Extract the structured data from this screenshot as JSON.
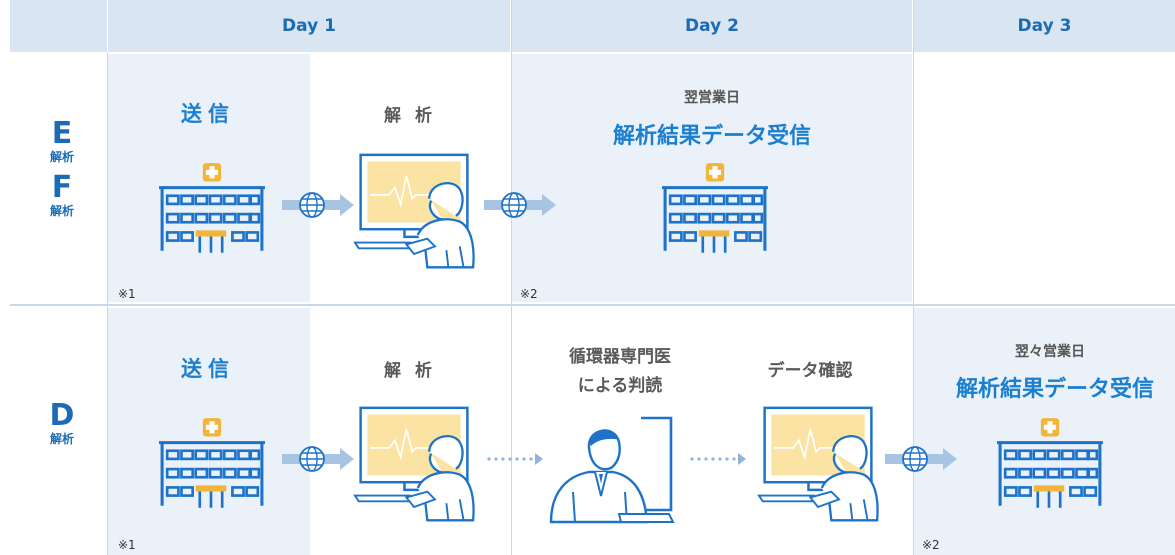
{
  "header": {
    "day1": "Day 1",
    "day2": "Day 2",
    "day3": "Day 3"
  },
  "rows": {
    "ef": {
      "letter1": "E",
      "sub1": "解析",
      "letter2": "F",
      "sub2": "解析",
      "send_label": "送信",
      "analysis_label": "解析",
      "next_day_label": "翌営業日",
      "result_label": "解析結果データ受信",
      "note1": "※1",
      "note2": "※2"
    },
    "d": {
      "letter": "D",
      "sub": "解析",
      "send_label": "送信",
      "analysis_label": "解析",
      "specialist_line1": "循環器専門医",
      "specialist_line2": "による判読",
      "confirm_label": "データ確認",
      "next_next_day_label": "翌々営業日",
      "result_label": "解析結果データ受信",
      "note1": "※1",
      "note2": "※2"
    }
  },
  "colors": {
    "header_bg": "#d9e6f1",
    "cell_bg": "#eaf1f8",
    "accent": "#1b7fd0",
    "icon_blue": "#1e73c8",
    "cross": "#f2b53a"
  },
  "icons": [
    "hospital-icon",
    "computer-analyst-icon",
    "network-globe-icon",
    "doctor-icon",
    "dotted-arrow-icon"
  ]
}
